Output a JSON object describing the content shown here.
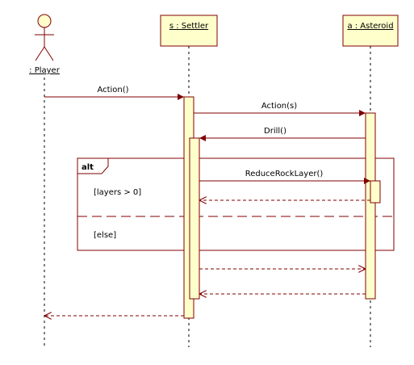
{
  "participants": {
    "player": ": Player",
    "settler": "s : Settler",
    "asteroid": "a : Asteroid"
  },
  "messages": {
    "action": "Action()",
    "action_s": "Action(s)",
    "drill": "Drill()",
    "reduce_rock_layer": "ReduceRockLayer()"
  },
  "fragment": {
    "operator": "alt",
    "guard_1": "[layers > 0]",
    "guard_2": "[else]"
  },
  "colors": {
    "line": "#800000",
    "fill": "#ffffcc"
  }
}
